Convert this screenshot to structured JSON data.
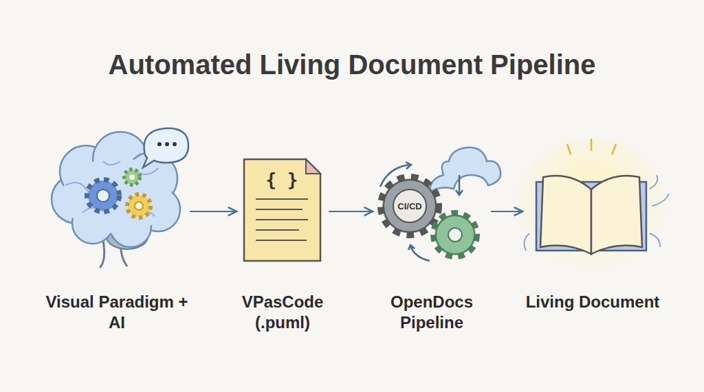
{
  "diagram": {
    "title": "Automated Living Document Pipeline",
    "nodes": [
      {
        "text": [
          "Visual Paradigm + AI"
        ]
      },
      {
        "text": [
          "VPasCode (.puml)"
        ]
      },
      {
        "text": [
          "OpenDocs Pipeline"
        ]
      },
      {
        "text": [
          "Living Document"
        ]
      }
    ],
    "edges": [
      {
        "from": 0,
        "to": 1,
        "arrow": "to"
      },
      {
        "from": 1,
        "to": 2,
        "arrow": "to"
      },
      {
        "from": 2,
        "to": 3,
        "arrow": "to"
      }
    ],
    "labels": [
      "{ }",
      "CI/CD"
    ]
  }
}
